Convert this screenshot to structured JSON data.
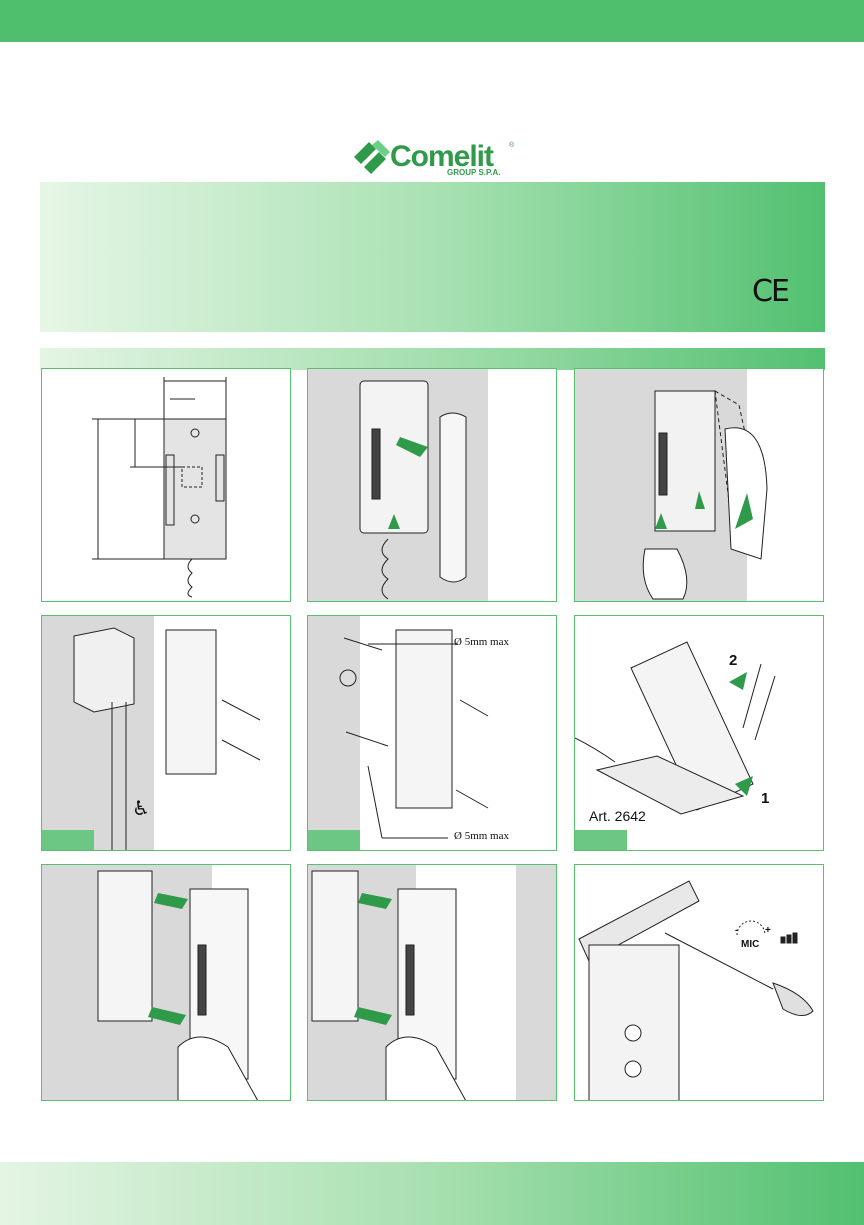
{
  "brand": {
    "name": "Comelit",
    "group": "GROUP S.P.A.",
    "registered": "®"
  },
  "certification": {
    "mark": "CE"
  },
  "figures": {
    "screw_spec_top": "Ø 5mm max",
    "screw_spec_bottom": "Ø 5mm max",
    "step_one": "1",
    "step_two": "2",
    "accessory_article": "Art. 2642",
    "mic_label": "MIC",
    "mic_minus": "-",
    "mic_plus": "+",
    "accessibility_icon": "wheelchair-icon"
  },
  "colors": {
    "brand_green": "#4fbf6d",
    "panel_border": "#58c06f",
    "gray_background": "#d9d9d9"
  }
}
